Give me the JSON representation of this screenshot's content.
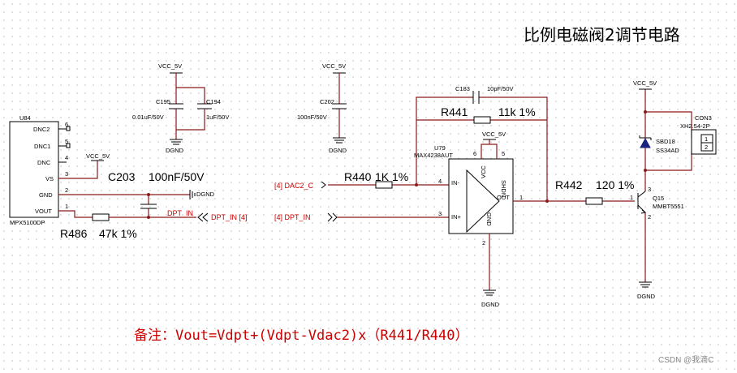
{
  "title": "比例电磁阀2调节电路",
  "note": "备注：Vout=Vdpt+(Vdpt-Vdac2)x（R441/R440）",
  "watermark": "CSDN @我滴C",
  "nets": {
    "vcc": "VCC_5V",
    "gnd": "DGND",
    "dac2_label": "[4]  DAC2_C",
    "dpt_in_label": "[4]  DPT_IN",
    "dpt_in_short": "DPT_IN",
    "dpt_in_out": "DPT_IN  [4]"
  },
  "u84": {
    "ref": "U84",
    "part": "MPX5100DP",
    "pins": [
      {
        "name": "DNC2",
        "num": "6"
      },
      {
        "name": "DNC1",
        "num": "5"
      },
      {
        "name": "DNC",
        "num": "4"
      },
      {
        "name": "VS",
        "num": "3"
      },
      {
        "name": "GND",
        "num": "2"
      },
      {
        "name": "VOUT",
        "num": "1"
      }
    ]
  },
  "u79": {
    "ref": "U79",
    "part": "MAX4238AUT",
    "in_minus": "IN-",
    "in_plus": "IN+",
    "out": "OUT",
    "vcc": "VCC",
    "shdn": "SHDN",
    "gnd": "GND",
    "pin_in_minus": "4",
    "pin_in_plus": "3",
    "pin_out": "1",
    "pin_gnd": "2",
    "pin_vcc": "6",
    "pin_shdn": "5"
  },
  "components": {
    "c195": {
      "ref": "C195",
      "value": "0.01uF/50V"
    },
    "c194": {
      "ref": "C194",
      "value": "1uF/50V"
    },
    "c202": {
      "ref": "C202",
      "value": "100nF/50V"
    },
    "c183": {
      "ref": "C183",
      "value": "10pF/50V"
    },
    "c203": {
      "ref": "C203",
      "value": "100nF/50V"
    },
    "r441": {
      "ref": "R441",
      "value": "11k 1%"
    },
    "r440": {
      "ref": "R440",
      "value": "1K 1%"
    },
    "r442": {
      "ref": "R442",
      "value": "120 1%"
    },
    "r486": {
      "ref": "R486",
      "value": "47k 1%"
    },
    "q15": {
      "ref": "Q15",
      "part": "MMBT5551",
      "pin_base": "1",
      "pin_collector": "3",
      "pin_emitter": "2"
    },
    "con3": {
      "ref": "CON3",
      "part": "XH2.54-2P",
      "pin1": "1",
      "pin2": "2"
    },
    "sbd18": {
      "ref": "SBD18",
      "part": "SS34AD"
    }
  }
}
